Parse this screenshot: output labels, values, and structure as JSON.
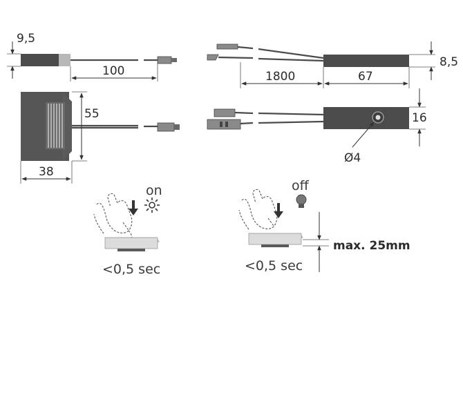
{
  "dimensions": {
    "top_left_height": "9,5",
    "top_left_cable": "100",
    "side_width": "38",
    "side_height": "55",
    "right_cable": "1800",
    "right_body_length": "67",
    "right_height": "8,5",
    "right_width": "16",
    "hole_diameter": "Ø4"
  },
  "operation": {
    "on_label": "on",
    "off_label": "off",
    "on_time": "<0,5 sec",
    "off_time": "<0,5 sec",
    "max_distance": "max. 25mm"
  },
  "icons": {
    "sun": "sun-icon",
    "bulb": "bulb-icon",
    "finger": "finger-icon",
    "arrow": "down-arrow-icon"
  }
}
